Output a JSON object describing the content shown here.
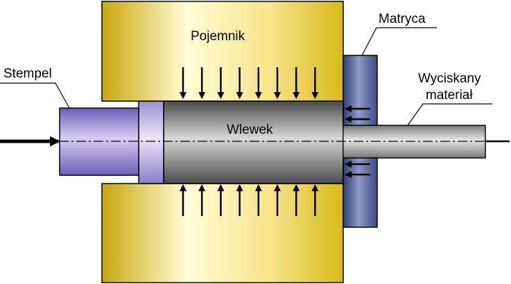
{
  "labels": {
    "container": "Pojemnik",
    "die": "Matryca",
    "ram": "Stempel",
    "extruded_line1": "Wyciskany",
    "extruded_line2": "materiał",
    "billet": "Wlewek"
  },
  "colors": {
    "container_light": "#fffdd6",
    "container_mid": "#f7e48a",
    "container_dark": "#c9a70c",
    "die_light": "#8b9bc8",
    "die_dark": "#2f3c70",
    "ram_light": "#d6cdf3",
    "ram_dark": "#6b5fb5",
    "billet_light": "#d8d8d8",
    "billet_dark": "#4a4a4a",
    "outline": "#000000"
  },
  "arrows": {
    "container_pressure_top_count": 8,
    "container_pressure_bottom_count": 8,
    "die_pressure_count": 4,
    "ram_force_count": 1
  }
}
